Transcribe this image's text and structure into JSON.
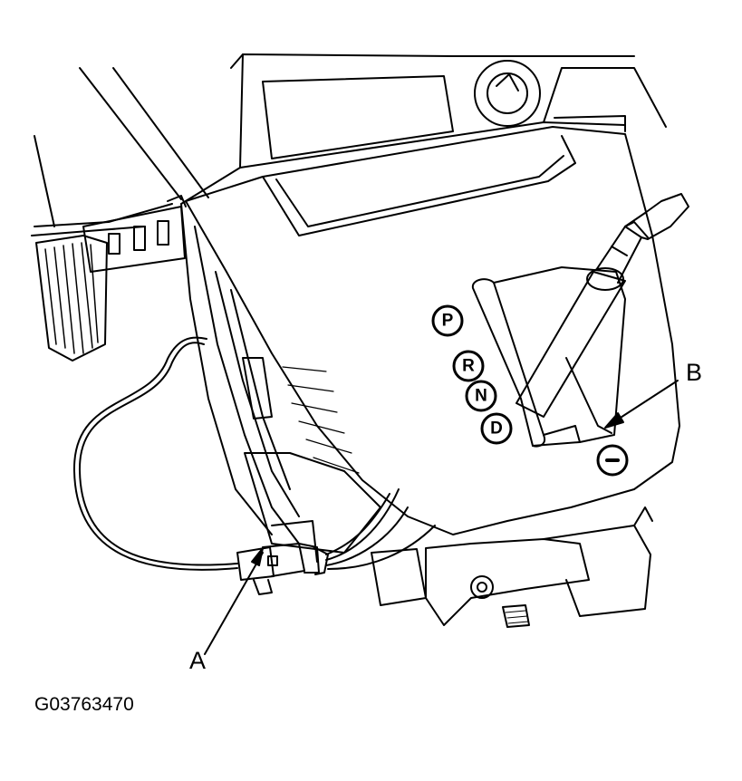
{
  "callouts": {
    "a": "A",
    "b": "B"
  },
  "gear_positions": {
    "p": "P",
    "r": "R",
    "n": "N",
    "d": "D"
  },
  "figure_id": "G03763470"
}
